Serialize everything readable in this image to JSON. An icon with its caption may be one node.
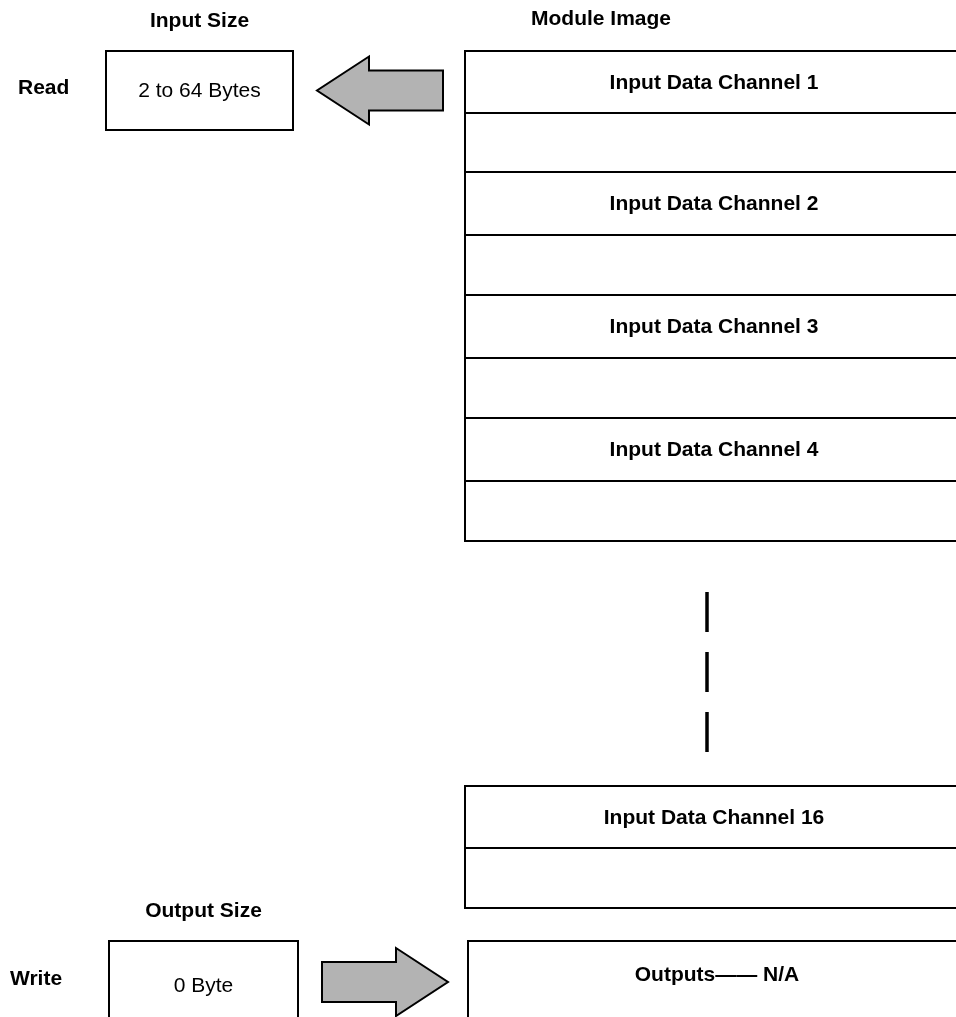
{
  "diagram": {
    "nodes": [
      {
        "text": [
          "Input Size",
          "2 to 64 Bytes"
        ],
        "beside": [
          "Read"
        ]
      },
      {
        "text": [
          "Input Data Channel 1"
        ]
      },
      {
        "text": [
          "Input Data Channel 2"
        ]
      },
      {
        "text": [
          "Input Data Channel 3"
        ]
      },
      {
        "text": [
          "Input Data Channel 4"
        ]
      },
      {
        "text": [
          "Input Data Channel 16"
        ]
      },
      {
        "text": [
          "Output Size",
          "0 Byte"
        ],
        "beside": [
          "Write"
        ]
      },
      {
        "text": [
          "Outputs—— N/A"
        ]
      }
    ],
    "edges": [
      {
        "from": 1,
        "to": 0,
        "arrow": "to",
        "style": "thick"
      },
      {
        "from": 6,
        "to": 7,
        "arrow": "to",
        "style": "thick"
      }
    ],
    "labels": [
      "Module Image"
    ]
  }
}
